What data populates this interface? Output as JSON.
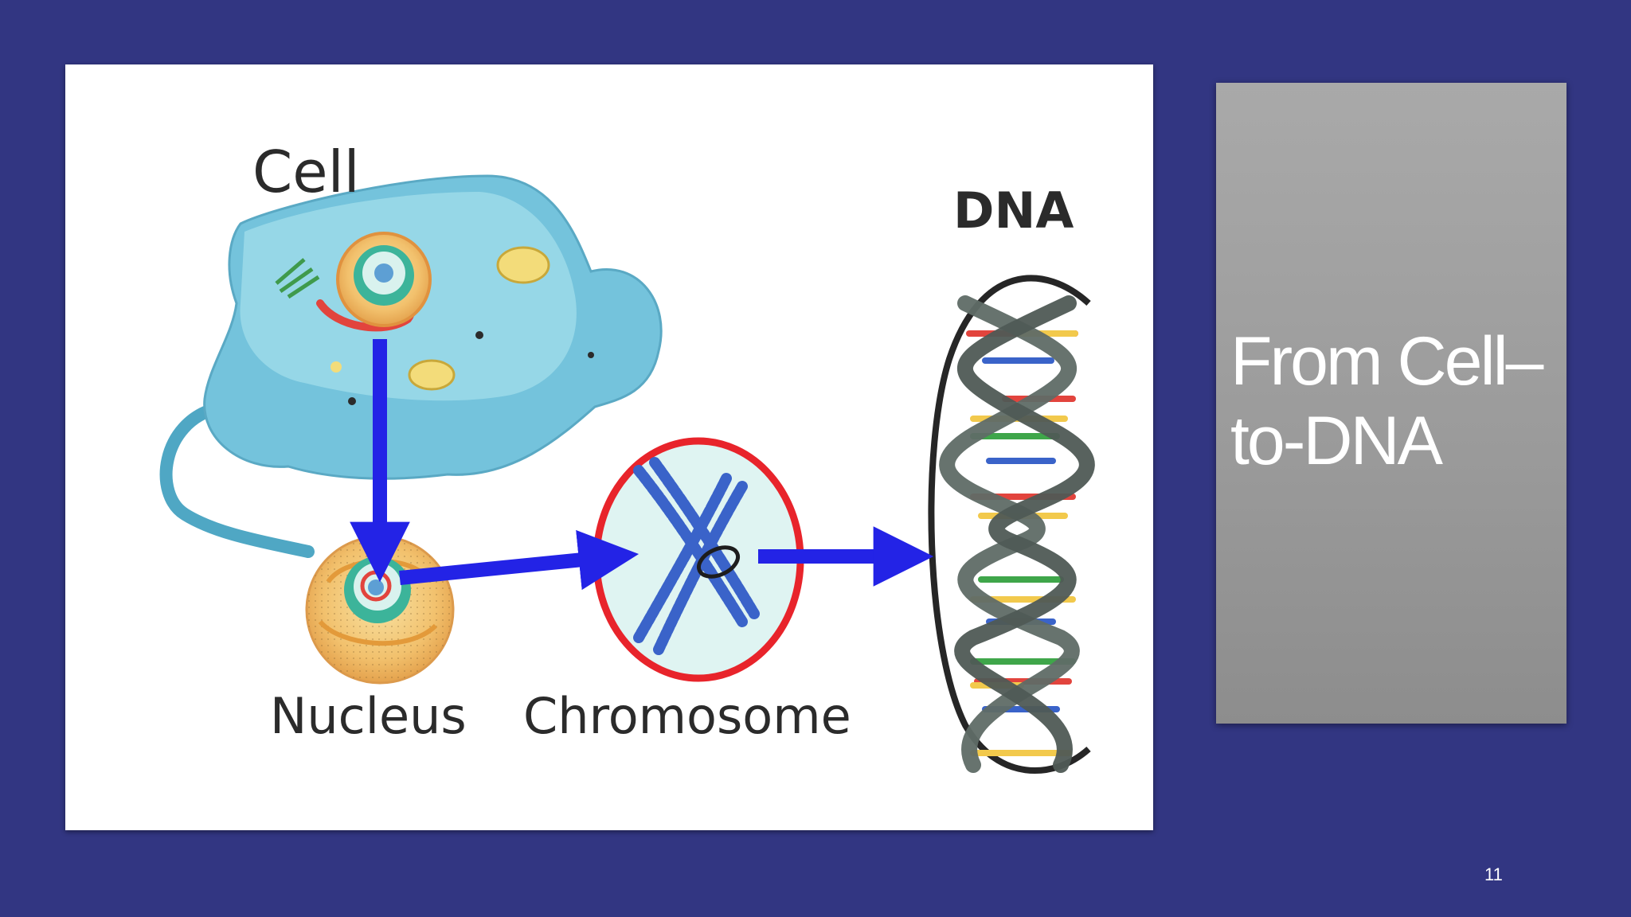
{
  "slide": {
    "title_line1": "From Cell–",
    "title_line2": "to-DNA",
    "page_number": "11"
  },
  "diagram": {
    "labels": {
      "cell": "Cell",
      "nucleus": "Nucleus",
      "chromosome": "Chromosome",
      "dna": "DNA"
    },
    "flow": [
      "Cell",
      "Nucleus",
      "Chromosome",
      "DNA"
    ],
    "colors": {
      "slide_background": "#323682",
      "arrow": "#2323e6",
      "chromosome_ring": "#e8242b",
      "cell_body": "#7ec9de",
      "dna_backbone": "#5f6b66"
    }
  }
}
